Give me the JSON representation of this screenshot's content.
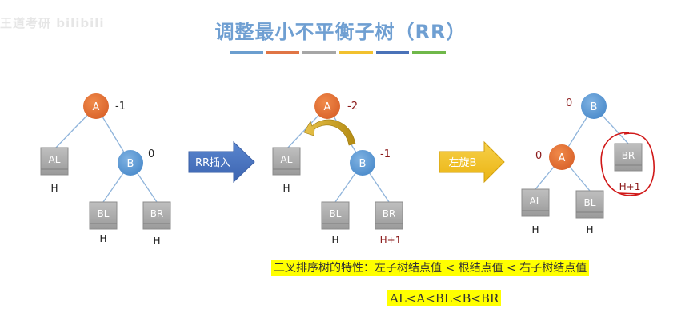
{
  "title": "调整最小不平衡子树（RR）",
  "watermark": "王道考研 bilibili",
  "color_strip": [
    "#6b9ecf",
    "#e07545",
    "#a6a6a6",
    "#f2c12e",
    "#4a72b8",
    "#70b84a"
  ],
  "colors": {
    "node_orange": "#e07032",
    "node_blue": "#5b9bd5",
    "subtree_gray": "#a6a6a6",
    "edge": "#8fb4db",
    "arrow_blue": "#4472c4",
    "arrow_yellow": "#f2c318",
    "balance_dark_red": "#8b1a1a",
    "circle_red": "#d01818"
  },
  "diagram1": {
    "node_a": "A",
    "node_a_bf": "-1",
    "node_b": "B",
    "node_b_bf": "0",
    "al": "AL",
    "al_h": "H",
    "bl": "BL",
    "bl_h": "H",
    "br": "BR",
    "br_h": "H"
  },
  "arrow1_label": "RR插入",
  "diagram2": {
    "node_a": "A",
    "node_a_bf": "-2",
    "node_b": "B",
    "node_b_bf": "-1",
    "al": "AL",
    "al_h": "H",
    "bl": "BL",
    "bl_h": "H",
    "br": "BR",
    "br_h": "H+1"
  },
  "arrow2_label": "左旋B",
  "diagram3": {
    "node_b": "B",
    "node_b_bf": "0",
    "node_a": "A",
    "node_a_bf": "0",
    "al": "AL",
    "al_h": "H",
    "bl": "BL",
    "bl_h": "H",
    "br": "BR",
    "br_h": "H+1"
  },
  "note_line1": "二叉排序树的特性：左子树结点值 < 根结点值 < 右子树结点值",
  "note_line2": "AL<A<BL<B<BR"
}
